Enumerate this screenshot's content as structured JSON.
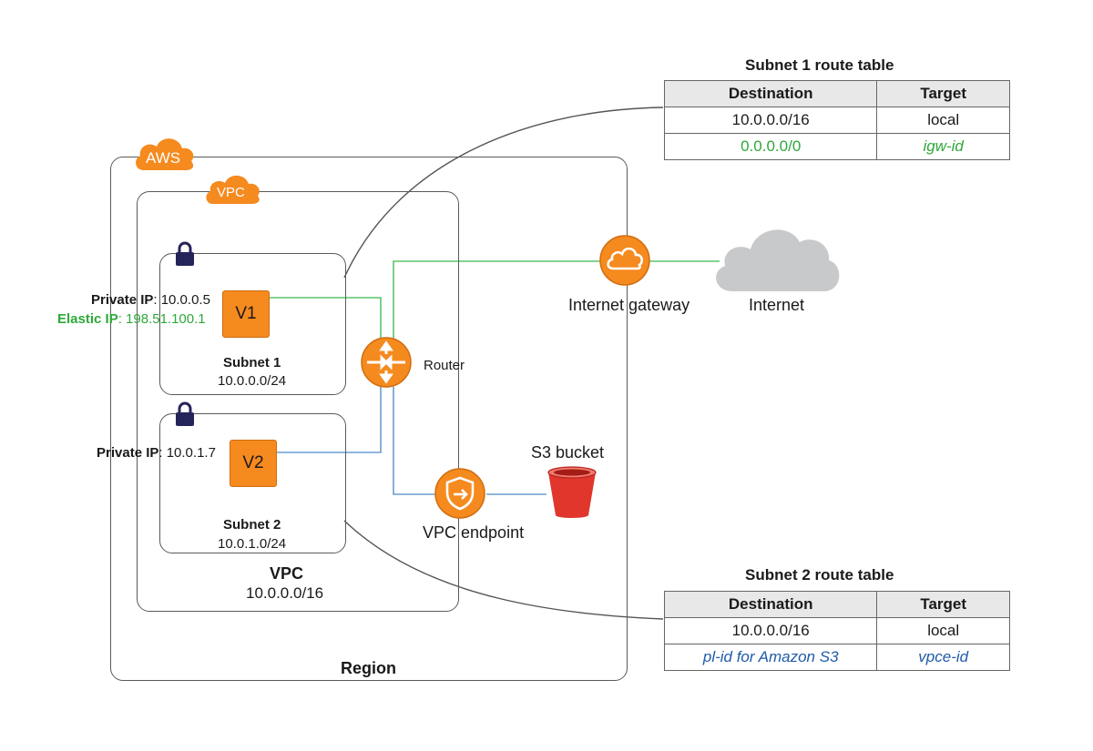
{
  "colors": {
    "orange": "#f58a1f",
    "green": "#2ea83a",
    "blue": "#1f5aa8",
    "bucket": "#e0362c",
    "cloud": "#c8c9cb"
  },
  "aws_label": "AWS",
  "vpc_badge": "VPC",
  "region": {
    "label": "Region"
  },
  "vpc": {
    "label": "VPC",
    "cidr": "10.0.0.0/16"
  },
  "subnet1": {
    "label": "Subnet 1",
    "cidr": "10.0.0.0/24",
    "instance": "V1",
    "private_ip_label": "Private IP",
    "private_ip": ": 10.0.0.5",
    "elastic_ip_label": "Elastic IP",
    "elastic_ip": ": 198.51.100.1"
  },
  "subnet2": {
    "label": "Subnet 2",
    "cidr": "10.0.1.0/24",
    "instance": "V2",
    "private_ip_label": "Private IP",
    "private_ip": ": 10.0.1.7"
  },
  "router": {
    "label": "Router"
  },
  "internet_gateway": {
    "label": "Internet gateway"
  },
  "internet": {
    "label": "Internet"
  },
  "vpc_endpoint": {
    "label": "VPC endpoint"
  },
  "s3_bucket": {
    "label": "S3 bucket"
  },
  "route_table_1": {
    "title": "Subnet 1 route table",
    "headers": [
      "Destination",
      "Target"
    ],
    "rows": [
      [
        "10.0.0.0/16",
        "local"
      ],
      [
        "0.0.0.0/0",
        "igw-id"
      ]
    ]
  },
  "route_table_2": {
    "title": "Subnet 2 route table",
    "headers": [
      "Destination",
      "Target"
    ],
    "rows": [
      [
        "10.0.0.0/16",
        "local"
      ],
      [
        "pl-id for Amazon S3",
        "vpce-id"
      ]
    ]
  }
}
